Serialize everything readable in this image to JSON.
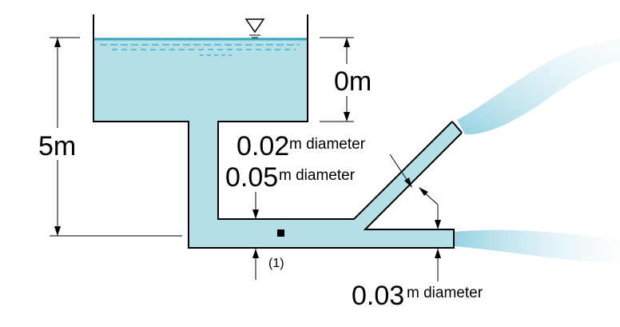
{
  "labels": {
    "height_total": "5m",
    "height_top": "0m",
    "point_label": "(1)"
  },
  "diameters": {
    "upper_value": "0.02",
    "upper_unit": "m diameter",
    "middle_value": "0.05",
    "middle_unit": "m diameter",
    "lower_value": "0.03",
    "lower_unit": "m diameter"
  },
  "colors": {
    "water": "#b5dfe6",
    "water_surface": "#3aa7c4",
    "outline": "#000000",
    "jet": "#9fd3e3"
  },
  "icons": {
    "free_surface": "inverted-triangle"
  }
}
